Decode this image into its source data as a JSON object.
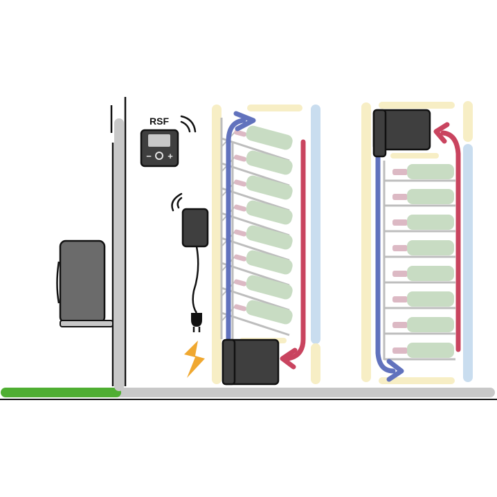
{
  "thermostat": {
    "label": "RSF",
    "minus": "−",
    "plus": "+"
  },
  "colors": {
    "warm_air": "#c9445f",
    "cold_air": "#6172bd",
    "unit": "#3f3f3f",
    "wall": "#c8c8c8",
    "ground": "#4fae32",
    "bottle_body": "#c8dcc3",
    "bottle_neck": "#dcb9c4",
    "insulation_yellow": "#f7eec5",
    "insulation_blue": "#c9ddef",
    "power": "#f0a830"
  },
  "icons": [
    "wifi-icon",
    "power-plug-icon",
    "lightning-icon",
    "cooling-unit",
    "condenser-unit"
  ]
}
